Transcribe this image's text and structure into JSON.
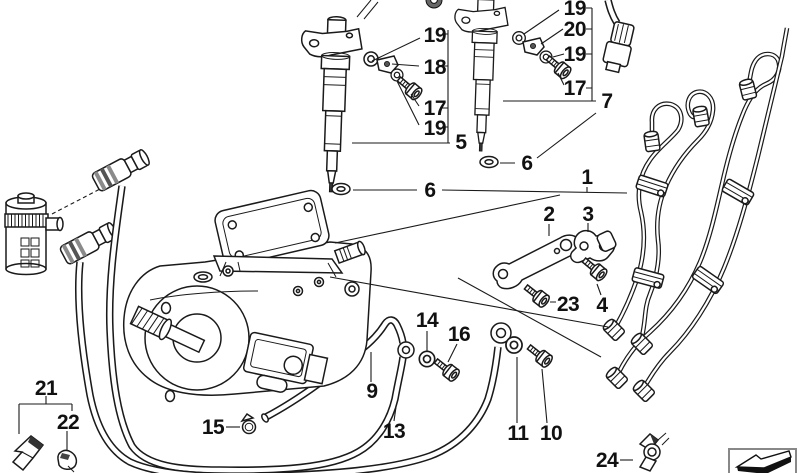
{
  "diagram": {
    "kind": "vehicle-parts-exploded-diagram",
    "background_color": "#ffffff",
    "line_color": "#1a1a1a",
    "shade_dark": "#555555",
    "shade_mid": "#8a8a8a",
    "shade_light": "#e3e3e3",
    "callouts": {
      "n1": "1",
      "n2": "2",
      "n3": "3",
      "n4": "4",
      "n5": "5",
      "n6_left": "6",
      "n6_right": "6",
      "n7": "7",
      "n9": "9",
      "n10": "10",
      "n11": "11",
      "n13": "13",
      "n14": "14",
      "n15": "15",
      "n16": "16",
      "n17_left": "17",
      "n17_right": "17",
      "n18": "18",
      "n19_left_top": "19",
      "n19_left_bottom": "19",
      "n19_right_top": "19",
      "n19_right_mid": "19",
      "n20": "20",
      "n21": "21",
      "n22": "22",
      "n23": "23",
      "n24": "24"
    }
  }
}
